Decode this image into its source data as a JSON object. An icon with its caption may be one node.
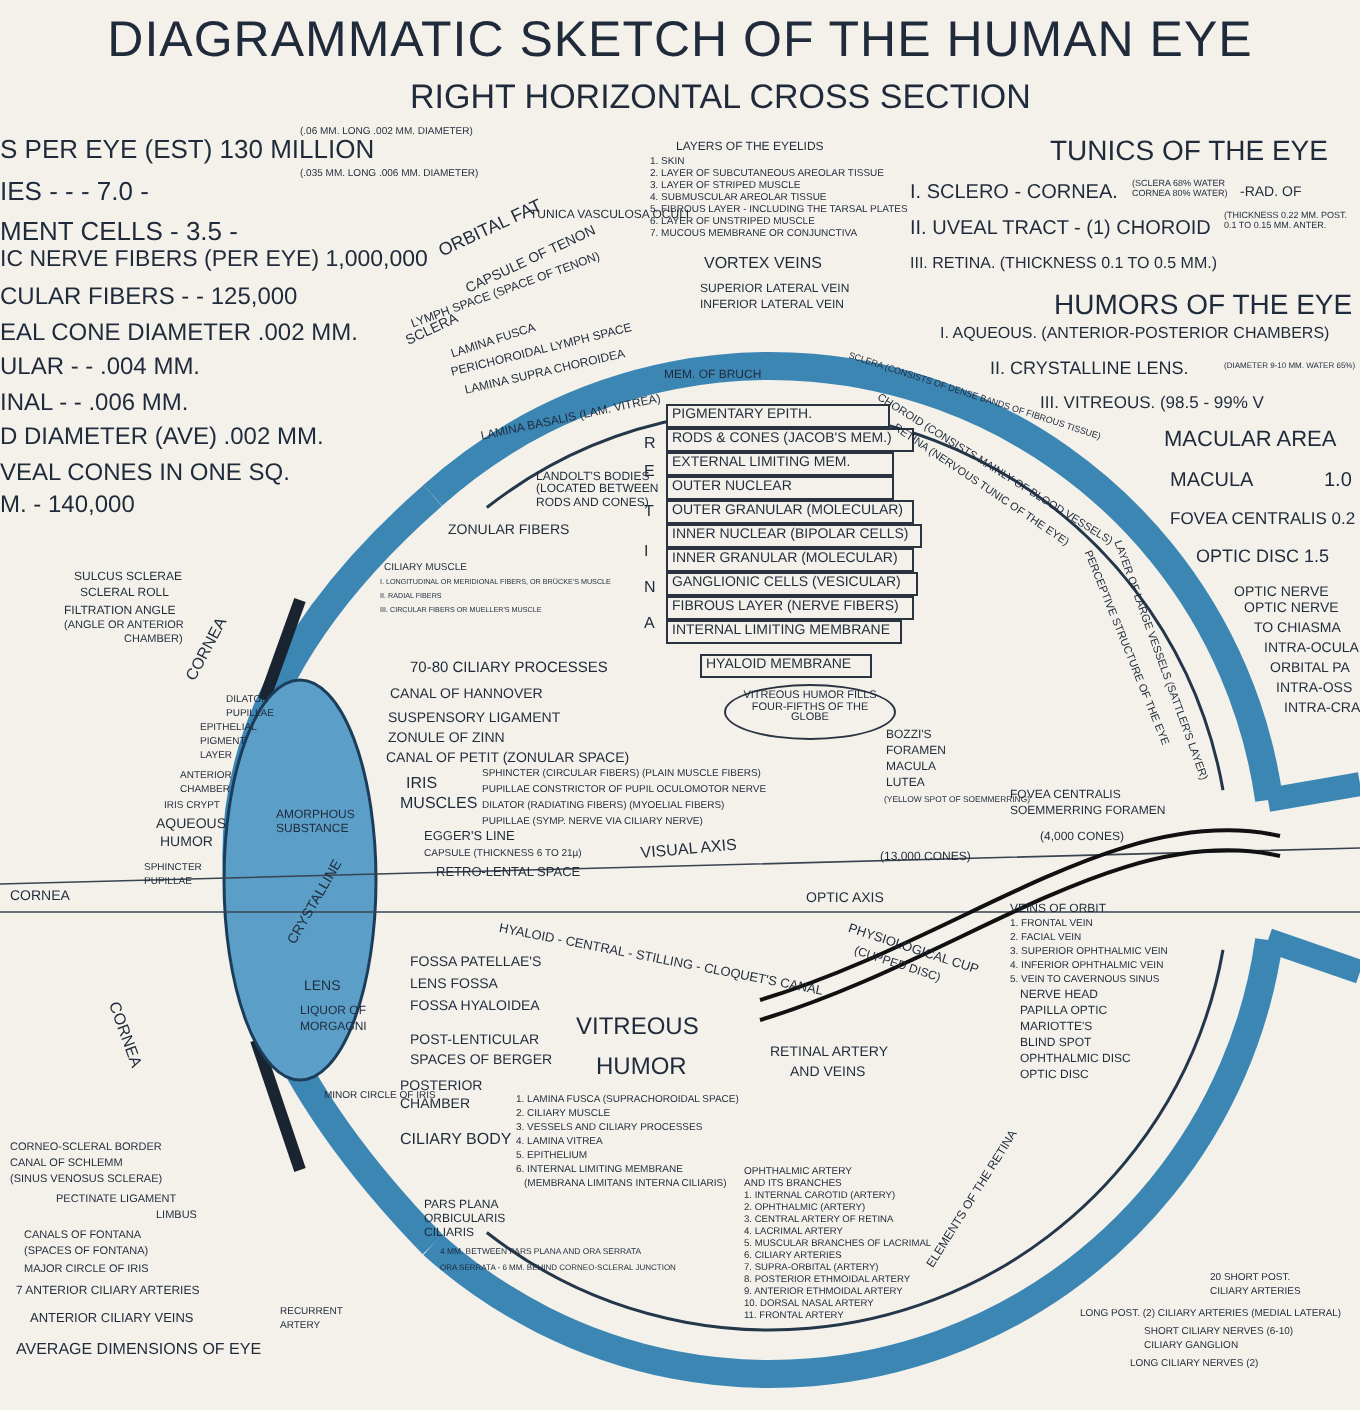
{
  "diagram": {
    "title": "DIAGRAMMATIC SKETCH OF THE HUMAN EYE",
    "nodes": [
      {
        "text": [
          "PIGMENTARY EPITH."
        ]
      },
      {
        "text": [
          "RODS & CONES (JACOB'S MEM.)"
        ]
      },
      {
        "text": [
          "EXTERNAL LIMITING MEM."
        ]
      },
      {
        "text": [
          "OUTER NUCLEAR"
        ]
      },
      {
        "text": [
          "OUTER GRANULAR (MOLECULAR)"
        ]
      },
      {
        "text": [
          "INNER NUCLEAR (BIPOLAR CELLS)"
        ]
      },
      {
        "text": [
          "INNER GRANULAR (MOLECULAR)"
        ]
      },
      {
        "text": [
          "GANGLIONIC CELLS (VESICULAR)"
        ]
      },
      {
        "text": [
          "FIBROUS LAYER (NERVE FIBERS)"
        ]
      },
      {
        "text": [
          "INTERNAL LIMITING MEMBRANE"
        ]
      },
      {
        "text": [
          "HYALOID MEMBRANE"
        ]
      },
      {
        "text": [
          "VITREOUS HUMOR FILLS FOUR-FIFTHS OF THE GLOBE"
        ]
      }
    ],
    "labels": [
      "RIGHT HORIZONTAL CROSS SECTION",
      "S PER EYE (EST) 130 MILLION",
      "(.06 MM. LONG .002 MM. DIAMETER)",
      "IES - - - 7.0 -",
      "(.035 MM. LONG .006 MM. DIAMETER)",
      "MENT CELLS - 3.5 -",
      "IC NERVE FIBERS (PER EYE) 1,000,000",
      "CULAR FIBERS - - 125,000",
      "EAL CONE DIAMETER .002 MM.",
      "ULAR - - .004 MM.",
      "INAL - - .006 MM.",
      "D DIAMETER (AVE) .002 MM.",
      "VEAL CONES IN ONE SQ.",
      "M. - 140,000",
      "TUNICS OF THE EYE",
      "I. SCLERO - CORNEA.",
      "(SCLERA 68% WATER CORNEA 80% WATER)",
      "-RAD. OF",
      "II. UVEAL TRACT - (1) CHOROID",
      "(THICKNESS 0.22 MM. POST. 0.1 TO 0.15 MM. ANTER.",
      "III. RETINA. (THICKNESS 0.1 TO 0.5 MM.)",
      "HUMORS OF THE EYE",
      "I. AQUEOUS. (ANTERIOR-POSTERIOR CHAMBERS)",
      "II. CRYSTALLINE LENS.",
      "(DIAMETER 9-10 MM. WATER 65%)",
      "III. VITREOUS. (98.5 - 99% V",
      "MACULAR AREA",
      "MACULA",
      "1.0",
      "FOVEA CENTRALIS 0.2",
      "OPTIC DISC 1.5",
      "OPTIC NERVE",
      "OPTIC NERVE",
      "TO CHIASMA",
      "INTRA-OCULA",
      "ORBITAL PA",
      "INTRA-OSS",
      "INTRA-CRA",
      "LAYERS OF THE EYELIDS",
      "1. SKIN",
      "2. LAYER OF SUBCUTANEOUS AREOLAR TISSUE",
      "3. LAYER OF STRIPED MUSCLE",
      "4. SUBMUSCULAR AREOLAR TISSUE",
      "5. FIBROUS LAYER - INCLUDING THE TARSAL PLATES",
      "6. LAYER OF UNSTRIPED MUSCLE",
      "7. MUCOUS MEMBRANE OR CONJUNCTIVA",
      "VORTEX VEINS",
      "SUPERIOR LATERAL VEIN",
      "INFERIOR LATERAL VEIN",
      "ORBITAL FAT",
      "CAPSULE OF TENON",
      "TUNICA VASCULOSA OCULI",
      "LYMPH SPACE (SPACE OF TENON)",
      "SCLERA",
      "LAMINA FUSCA",
      "PERICHOROIDAL LYMPH SPACE",
      "LAMINA SUPRA CHOROIDEA",
      "LAMINA BASALIS (LAM. VITREA)",
      "MEM. OF BRUCH",
      "SCLERA (CONSISTS OF DENSE BANDS OF FIBROUS TISSUE)",
      "CHOROID (CONSISTS MAINLY OF BLOOD VESSELS)",
      "RETINA (NERVOUS TUNIC OF THE EYE)",
      "LAYER OF LARGE VESSELS (SATTLER'S LAYER)",
      "PERCEPTIVE STRUCTURE OF THE EYE",
      "R",
      "E",
      "T",
      "I",
      "N",
      "A",
      "LANDOLT'S BODIES (LOCATED BETWEEN RODS AND CONES)",
      "ZONULAR FIBERS",
      "CILIARY MUSCLE",
      "I. LONGITUDINAL OR MERIDIONAL FIBERS, OR BRÜCKE'S MUSCLE",
      "II. RADIAL FIBERS",
      "III. CIRCULAR FIBERS OR MUELLER'S MUSCLE",
      "70-80 CILIARY PROCESSES",
      "CANAL OF HANNOVER",
      "SUSPENSORY LIGAMENT",
      "ZONULE OF ZINN",
      "CANAL OF PETIT (ZONULAR SPACE)",
      "IRIS",
      "MUSCLES",
      "SPHINCTER (CIRCULAR FIBERS) (PLAIN MUSCLE FIBERS)",
      "PUPILLAE CONSTRICTOR OF PUPIL OCULOMOTOR NERVE",
      "DILATOR (RADIATING FIBERS) (MYOELIAL FIBERS)",
      "PUPILLAE (SYMP. NERVE VIA CILIARY NERVE)",
      "EGGER'S LINE",
      "CAPSULE (THICKNESS 6 TO 21µ)",
      "RETRO-LENTAL SPACE",
      "VISUAL AXIS",
      "OPTIC AXIS",
      "HYALOID - CENTRAL - STILLING - CLOQUET'S CANAL",
      "FOSSA PATELLAE'S",
      "LENS FOSSA",
      "FOSSA HYALOIDEA",
      "POST-LENTICULAR",
      "SPACES OF BERGER",
      "VITREOUS",
      "HUMOR",
      "RETINAL ARTERY",
      "AND VEINS",
      "POSTERIOR",
      "CHAMBER",
      "CILIARY BODY",
      "1. LAMINA FUSCA (SUPRACHOROIDAL SPACE)",
      "2. CILIARY MUSCLE",
      "3. VESSELS AND CILIARY PROCESSES",
      "4. LAMINA VITREA",
      "5. EPITHELIUM",
      "6. INTERNAL LIMITING MEMBRANE",
      "(MEMBRANA LIMITANS INTERNA CILIARIS)",
      "PARS PLANA",
      "ORBICULARIS",
      "CILIARIS",
      "4 MM. BETWEEN PARS PLANA AND ORA SERRATA",
      "ORA SERRATA - 6 MM. BEHIND CORNEO-SCLERAL JUNCTION",
      "OPHTHALMIC ARTERY",
      "AND ITS BRANCHES",
      "1. INTERNAL CAROTID (ARTERY)",
      "2. OPHTHALMIC (ARTERY)",
      "3. CENTRAL ARTERY OF RETINA",
      "4. LACRIMAL ARTERY",
      "5. MUSCULAR BRANCHES OF LACRIMAL",
      "6. CILIARY ARTERIES",
      "7. SUPRA-ORBITAL (ARTERY)",
      "8. POSTERIOR ETHMOIDAL ARTERY",
      "9. ANTERIOR ETHMOIDAL ARTERY",
      "10. DORSAL NASAL ARTERY",
      "11. FRONTAL ARTERY",
      "BOZZI'S",
      "FORAMEN",
      "MACULA",
      "LUTEA",
      "(YELLOW SPOT OF SOEMMERRING)",
      "(13,000 CONES)",
      "FOVEA CENTRALIS",
      "SOEMMERRING FORAMEN",
      "(4,000 CONES)",
      "VEINS OF ORBIT",
      "1. FRONTAL VEIN",
      "2. FACIAL VEIN",
      "3. SUPERIOR OPHTHALMIC VEIN",
      "4. INFERIOR OPHTHALMIC VEIN",
      "5. VEIN TO CAVERNOUS SINUS",
      "PHYSIOLOGICAL CUP",
      "(CUPPED DISC)",
      "NERVE HEAD",
      "PAPILLA OPTIC",
      "MARIOTTE'S",
      "BLIND SPOT",
      "OPHTHALMIC DISC",
      "OPTIC DISC",
      "ELEMENTS OF THE RETINA",
      "20 SHORT POST.",
      "CILIARY ARTERIES",
      "LONG POST. (2) CILIARY ARTERIES (MEDIAL LATERAL)",
      "SHORT CILIARY NERVES (6-10)",
      "CILIARY GANGLION",
      "LONG CILIARY NERVES (2)",
      "SULCUS SCLERAE",
      "SCLERAL ROLL",
      "FILTRATION ANGLE",
      "(ANGLE OR ANTERIOR",
      "CHAMBER)",
      "CORNEA",
      "CORNEA",
      "CORNEA",
      "DILATOR",
      "PUPILLAE",
      "EPITHELIAL",
      "PIGMENT",
      "LAYER",
      "ANTERIOR",
      "CHAMBER",
      "IRIS CRYPT",
      "AQUEOUS",
      "HUMOR",
      "SPHINCTER",
      "PUPILLAE",
      "AMORPHOUS",
      "SUBSTANCE",
      "CRYSTALLINE",
      "LENS",
      "LIQUOR OF",
      "MORGAGNI",
      "MINOR CIRCLE OF IRIS",
      "CORNEO-SCLERAL BORDER",
      "CANAL OF SCHLEMM",
      "(SINUS VENOSUS SCLERAE)",
      "PECTINATE LIGAMENT",
      "LIMBUS",
      "CANALS OF FONTANA",
      "(SPACES OF FONTANA)",
      "MAJOR CIRCLE OF IRIS",
      "7 ANTERIOR CILIARY ARTERIES",
      "ANTERIOR CILIARY VEINS",
      "RECURRENT",
      "ARTERY",
      "AVERAGE DIMENSIONS OF EYE"
    ]
  }
}
